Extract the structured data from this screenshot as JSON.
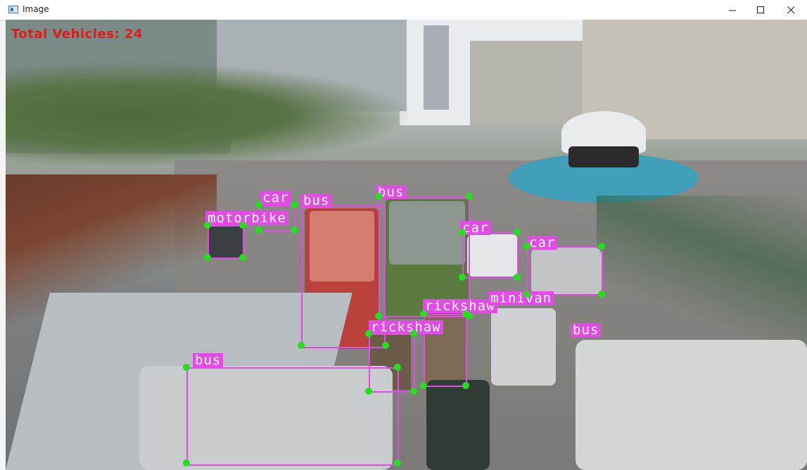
{
  "window": {
    "title": "Image",
    "minimize_icon": "minimize-icon",
    "maximize_icon": "maximize-icon",
    "close_icon": "close-icon"
  },
  "overlay": {
    "counter_text": "Total Vehicles: 24",
    "counter_color": "#e21a1a",
    "box_color": "#e24be6",
    "corner_color": "#22e01b"
  },
  "detections": [
    {
      "label": "car"
    },
    {
      "label": "bus"
    },
    {
      "label": "bus"
    },
    {
      "label": "motorbike"
    },
    {
      "label": "car"
    },
    {
      "label": "car"
    },
    {
      "label": "rickshaw"
    },
    {
      "label": "minivan"
    },
    {
      "label": "rickshaw"
    },
    {
      "label": "bus"
    },
    {
      "label": "bus"
    }
  ]
}
